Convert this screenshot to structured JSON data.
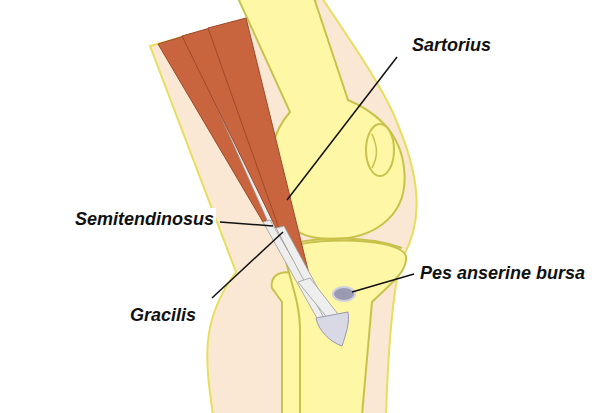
{
  "diagram": {
    "labels": [
      "Sartorius",
      "Semitendinosus",
      "Pes anserine bursa",
      "Gracilis"
    ]
  }
}
